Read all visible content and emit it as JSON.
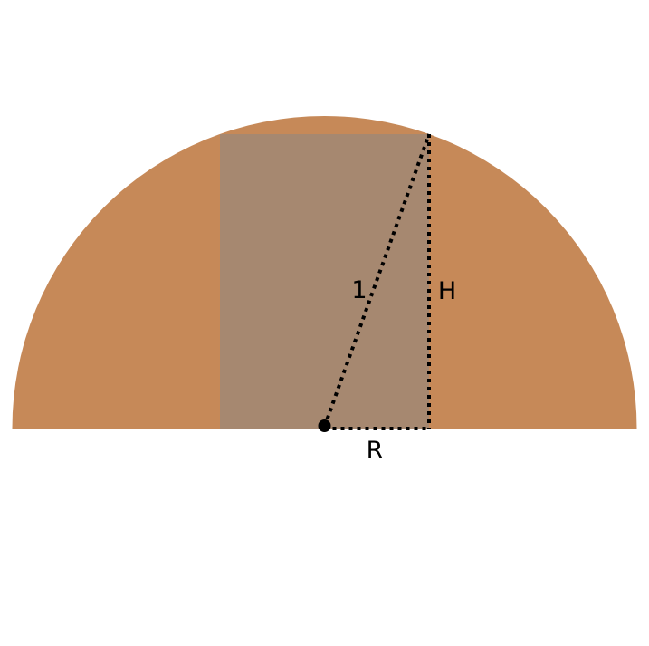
{
  "figure": {
    "labels": {
      "hypotenuse": "1",
      "height": "H",
      "radius": "R"
    },
    "colors": {
      "background": "#ffffff",
      "hemisphere": "#c68958",
      "cylinder_section": "#a68870",
      "lines": "#000000",
      "center_point": "#000000"
    }
  }
}
